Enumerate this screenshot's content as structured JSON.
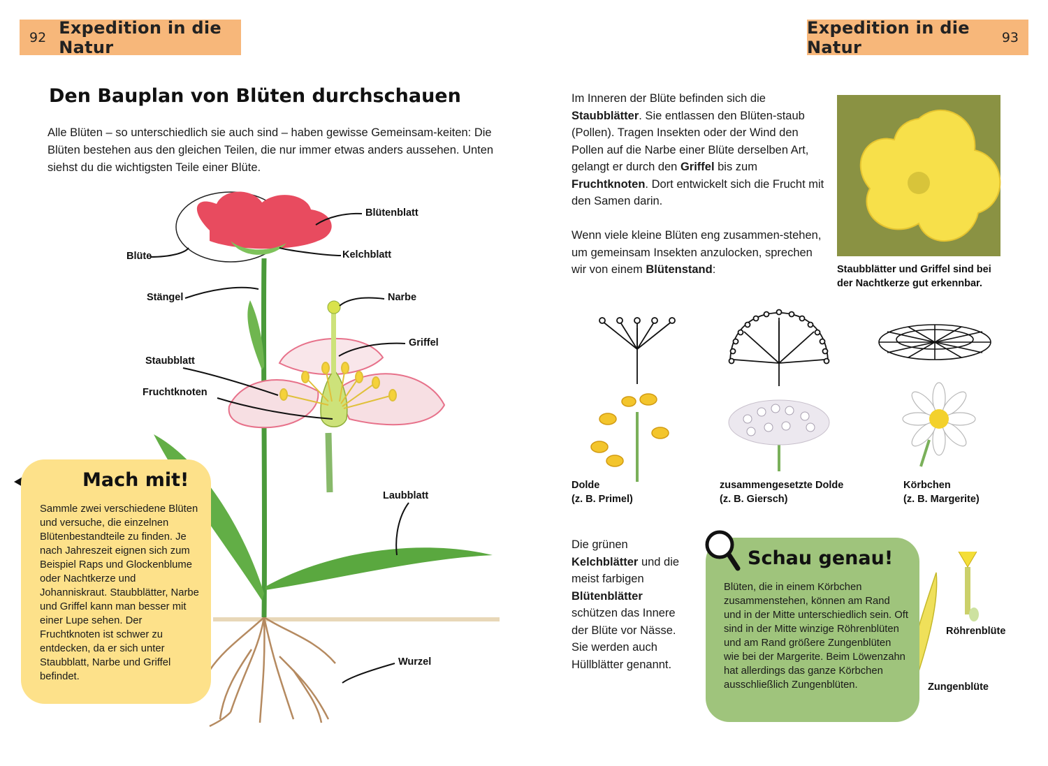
{
  "header_left": {
    "page": "92",
    "title": "Expedition in die Natur"
  },
  "header_right": {
    "page": "93",
    "title": "Expedition in die Natur"
  },
  "title": "Den Bauplan von Blüten durchschauen",
  "intro": "Alle Blüten – so unterschiedlich sie auch sind – haben gewisse Gemeinsam-keiten: Die Blüten bestehen aus den gleichen Teilen, die nur immer etwas anders aussehen. Unten siehst du die wichtigsten Teile einer Blüte.",
  "diagram_labels": {
    "bluetenblatt": "Blütenblatt",
    "bluete": "Blüte",
    "kelchblatt": "Kelchblatt",
    "staengel": "Stängel",
    "narbe": "Narbe",
    "griffel": "Griffel",
    "staubblatt": "Staubblatt",
    "fruchtknoten": "Fruchtknoten",
    "laubblatt": "Laubblatt",
    "wurzel": "Wurzel"
  },
  "mach_mit": {
    "title": "Mach mit!",
    "body": "Sammle zwei verschiedene Blüten und versuche, die einzelnen Blütenbestandteile zu finden. Je nach Jahreszeit eignen sich zum Beispiel Raps und Glockenblume oder Nachtkerze und Johanniskraut. Staubblätter, Narbe und Griffel kann man besser mit einer Lupe sehen. Der Fruchtknoten ist schwer zu entdecken, da er sich unter Staubblatt, Narbe und Griffel befindet."
  },
  "right_para1": {
    "t1": "Im Inneren der Blüte befinden sich die ",
    "b1": "Staubblätter",
    "t2": ". Sie entlassen den Blüten-staub (Pollen). Tragen Insekten oder der Wind den Pollen auf die Narbe einer Blüte derselben Art, gelangt er durch den ",
    "b2": "Griffel",
    "t3": " bis zum ",
    "b3": "Fruchtknoten",
    "t4": ". Dort entwickelt sich die Frucht mit den Samen darin."
  },
  "right_para2": {
    "t1": "Wenn viele kleine Blüten eng zusammen-stehen, um gemeinsam Insekten anzulocken, sprechen wir von einem ",
    "b1": "Blütenstand",
    "t2": ":"
  },
  "photo_caption": "Staubblätter und Griffel sind bei der Nachtkerze gut erkennbar.",
  "inflorescences": [
    {
      "name": "Dolde",
      "example": "(z. B. Primel)"
    },
    {
      "name": "zusammengesetzte Dolde",
      "example": "(z. B. Giersch)"
    },
    {
      "name": "Körbchen",
      "example": "(z. B. Margerite)"
    }
  ],
  "kelch_para": {
    "t1": "Die grünen ",
    "b1": "Kelchblätter",
    "t2": " und die meist farbigen ",
    "b2": "Blütenblätter",
    "t3": " schützen das Innere der Blüte vor Nässe. Sie werden auch Hüllblätter genannt."
  },
  "schau_genau": {
    "title": "Schau genau!",
    "body": "Blüten, die in einem Körbchen zusammenstehen, können am Rand und in der Mitte unterschiedlich sein. Oft sind in der Mitte winzige Röhrenblüten und am Rand größere Zungenblüten wie bei der Margerite. Beim Löwenzahn hat allerdings das ganze Körbchen ausschließlich Zungenblüten."
  },
  "floret_labels": {
    "roehren": "Röhrenblüte",
    "zungen": "Zungenblüte"
  },
  "colors": {
    "header": "#f7b77a",
    "yellow_box": "#fde18a",
    "green_box": "#9fc47c"
  }
}
